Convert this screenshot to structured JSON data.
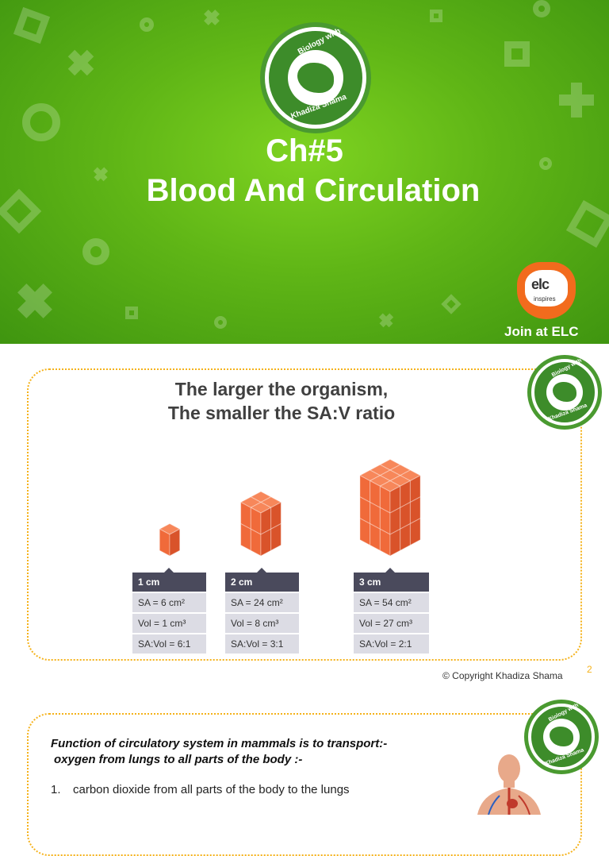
{
  "slide1": {
    "title_line1": "Ch#5",
    "title_line2": "Blood And Circulation",
    "logo_text_top": "Biology with",
    "logo_text_bottom": "Khadiza Shama",
    "elc_word": "elc",
    "elc_sub": "inspires",
    "join_text": "Join at ELC"
  },
  "slide2": {
    "heading_line1": "The larger the organism,",
    "heading_line2": "The smaller the SA:V ratio",
    "logo_text_top": "Biology with",
    "logo_text_bottom": "Khadiza Shama",
    "tables": [
      {
        "header": "1 cm",
        "rows": [
          "SA = 6 cm²",
          "Vol = 1 cm³",
          "SA:Vol = 6:1"
        ]
      },
      {
        "header": "2 cm",
        "rows": [
          "SA = 24 cm²",
          "Vol = 8 cm³",
          "SA:Vol = 3:1"
        ]
      },
      {
        "header": "3 cm",
        "rows": [
          "SA = 54 cm²",
          "Vol = 27 cm³",
          "SA:Vol = 2:1"
        ]
      }
    ],
    "copyright": "© Copyright Khadiza Shama",
    "page_number": "2"
  },
  "slide3": {
    "function_title": "Function of circulatory system in mammals is to transport:-",
    "function_sub": "oxygen from lungs to all parts of the body :-",
    "list": [
      {
        "number": "1.",
        "text": "carbon dioxide from all parts of the body to the lungs"
      }
    ],
    "logo_text_top": "Biology with",
    "logo_text_bottom": "Khadiza Shama"
  },
  "colors": {
    "green_bg": "#5fb516",
    "accent_orange": "#f26b1d",
    "cube_orange": "#f06a3a",
    "frame_yellow": "#f5b21a",
    "table_header": "#4a4a5c",
    "table_cell": "#dcdce4"
  }
}
